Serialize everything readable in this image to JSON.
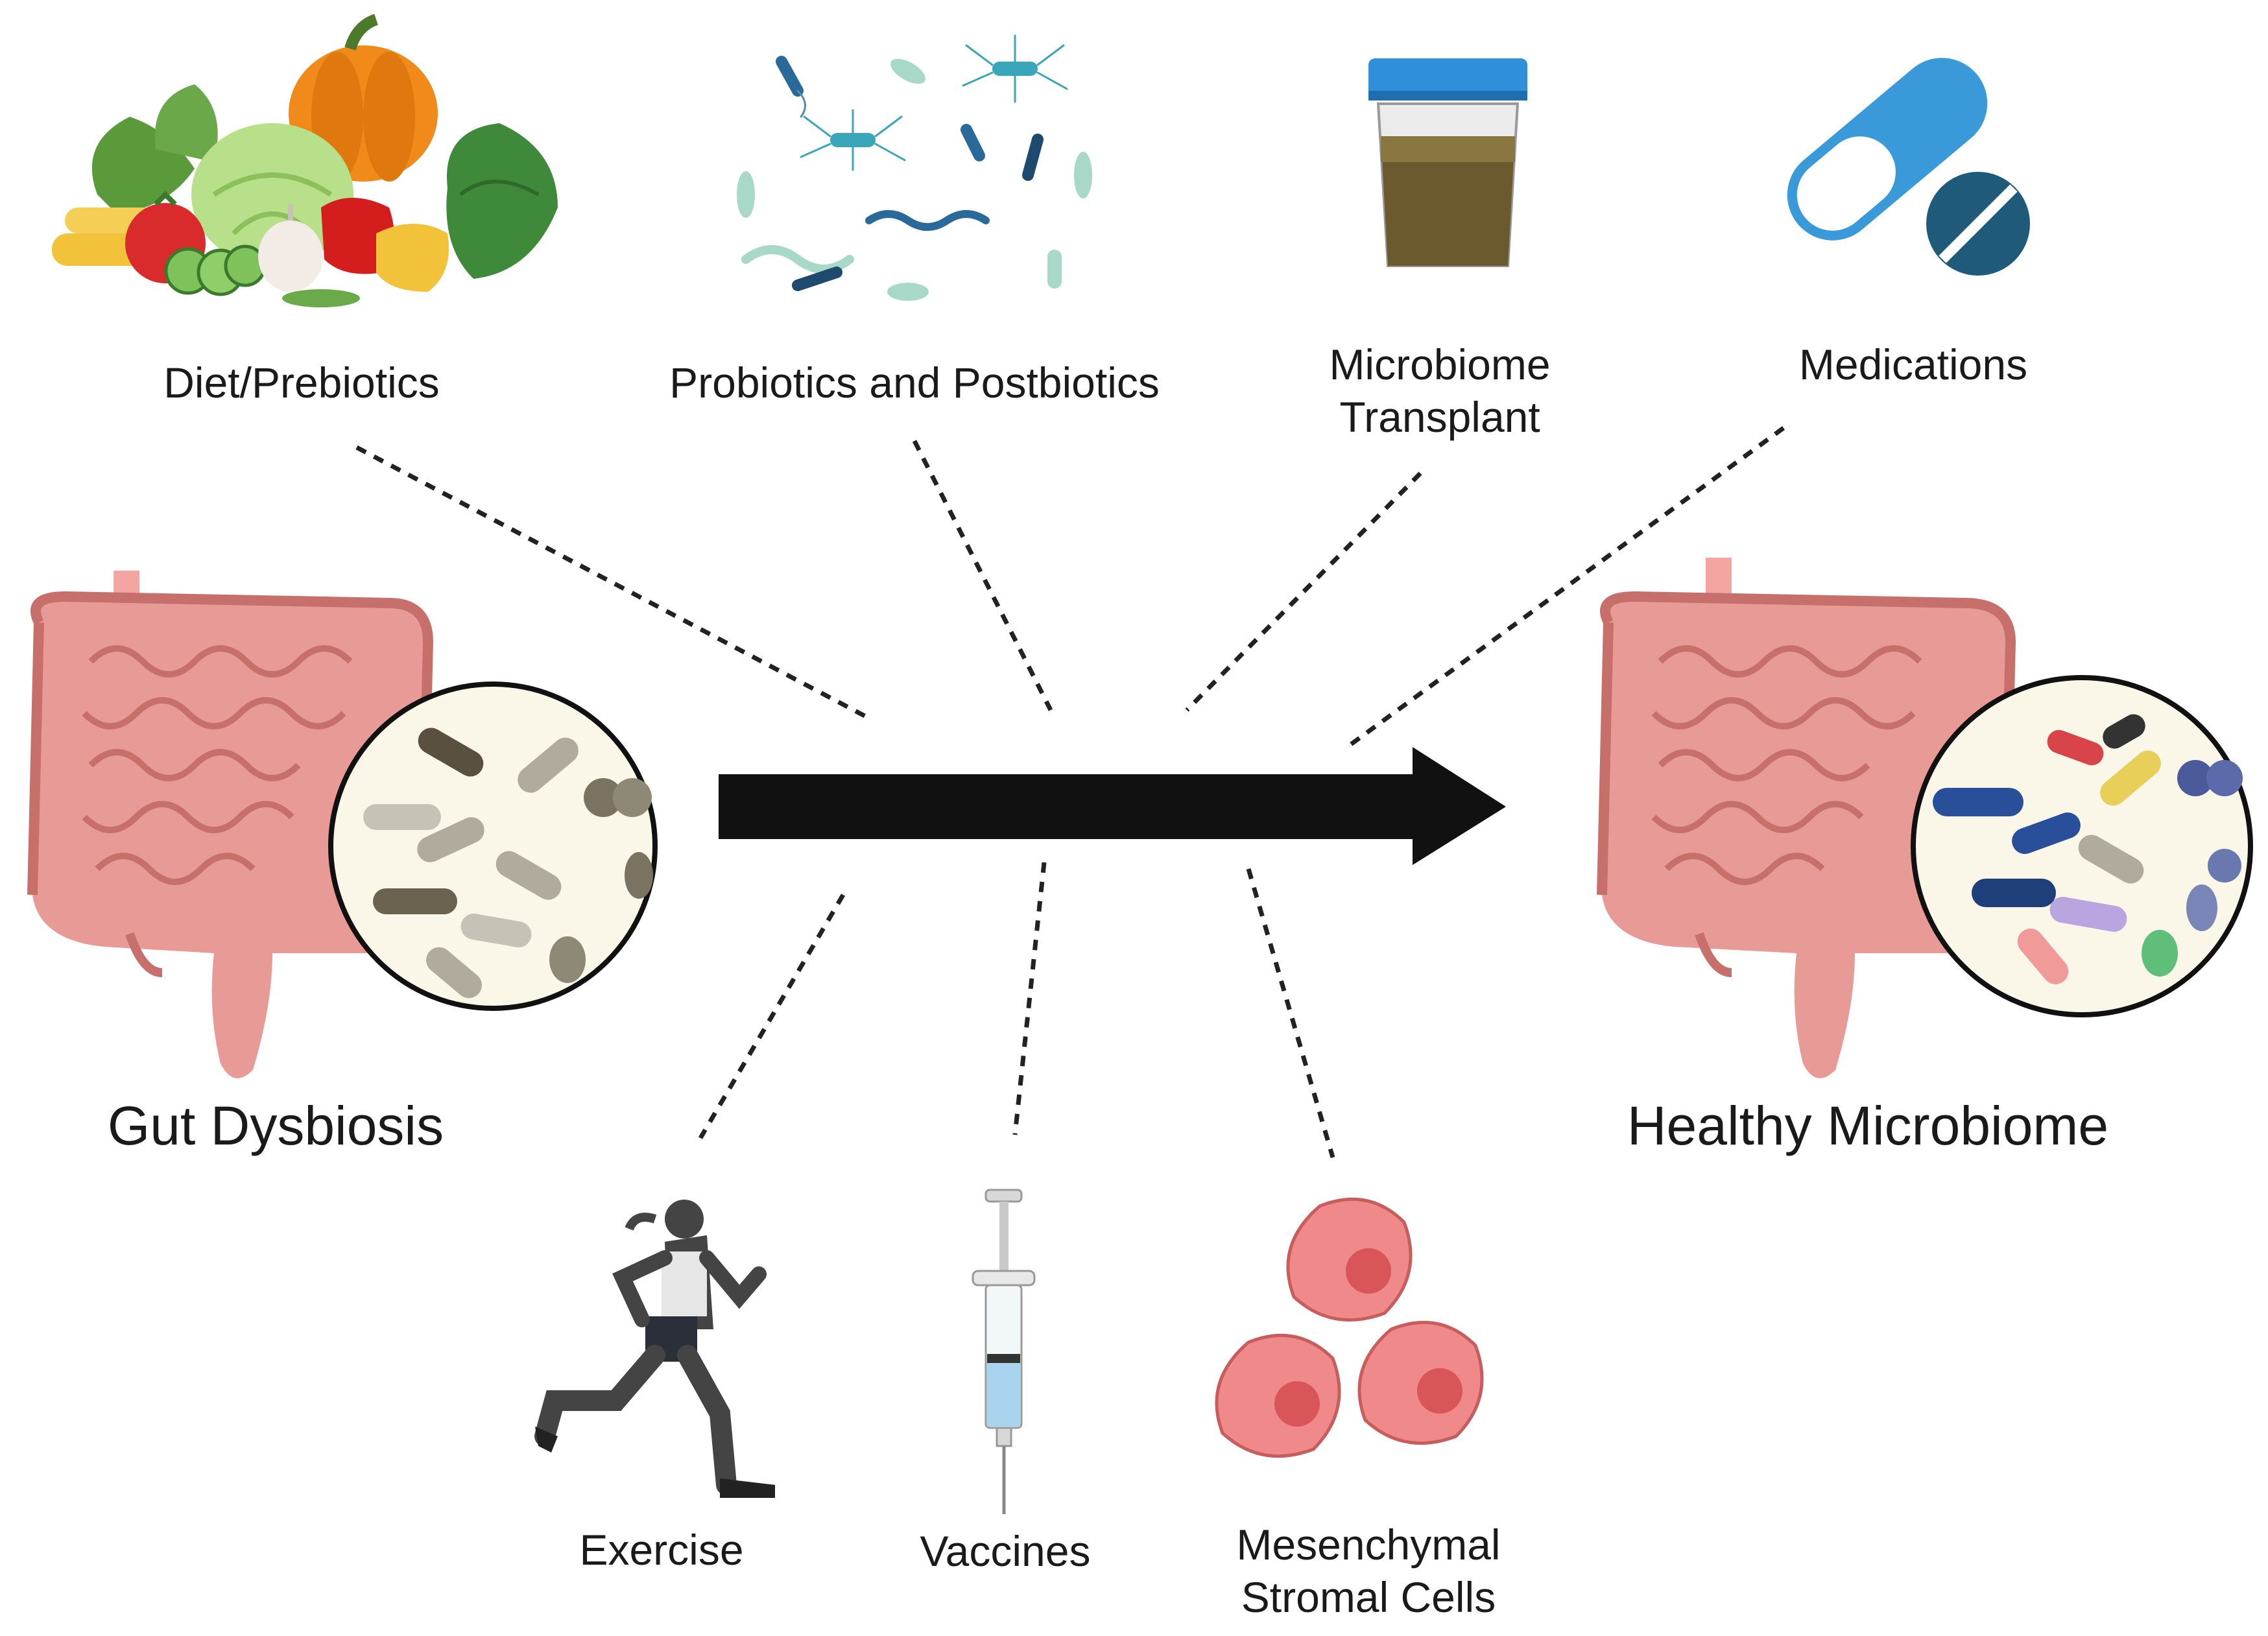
{
  "interventions": {
    "diet": "Diet/Prebiotics",
    "probiotics": "Probiotics and Postbiotics",
    "transplant": "Microbiome\nTransplant",
    "medications": "Medications",
    "exercise": "Exercise",
    "vaccines": "Vaccines",
    "msc": "Mesenchymal\nStromal Cells"
  },
  "states": {
    "left": "Gut Dysbiosis",
    "right": "Healthy Microbiome"
  },
  "colors": {
    "intestine": "#e89a96",
    "intestine_dark": "#c76f6b",
    "arrow": "#111111",
    "capsule": "#3a9ad9",
    "tablet": "#1f5a7a",
    "cells": "#f08a8a",
    "dysbiosis_bacteria": "#8e8877",
    "healthy_bacteria_blue": "#2a4f9a",
    "healthy_bacteria_red": "#d9434a",
    "healthy_bacteria_yellow": "#e8cf5a",
    "healthy_bacteria_green": "#5fbf7a",
    "healthy_bacteria_lavender": "#b9a6e0"
  },
  "icons": [
    "vegetables-icon",
    "bacteria-icon",
    "stool-sample-jar-icon",
    "capsule-pill-icon",
    "runner-icon",
    "syringe-icon",
    "stromal-cells-icon",
    "intestine-icon",
    "magnified-bacteria-icon",
    "arrow-icon"
  ]
}
